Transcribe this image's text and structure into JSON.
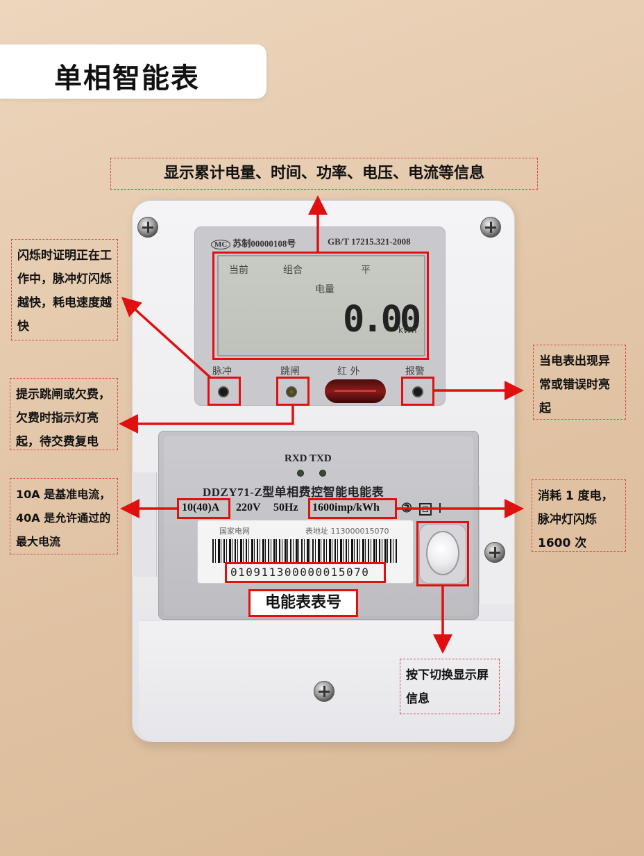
{
  "title": "单相智能表",
  "annotations": {
    "top": "显示累计电量、时间、功率、电压、电流等信息",
    "pulse": "闪烁时证明正在工作中，脉冲灯闪烁越快，耗电速度越快",
    "trip": "提示跳闸或欠费，欠费时指示灯亮起，待交费复电",
    "alarm": "当电表出现异常或错误时亮起",
    "current": "10A 是基准电流，40A 是允许通过的最大电流",
    "constant": "消耗 1 度电，脉冲灯闪烁 1600 次",
    "button": "按下切换显示屏信息",
    "meter_number": "电能表表号"
  },
  "panel": {
    "cert": "苏制00000108号",
    "cert_logo": "MC",
    "standard": "GB/T 17215.321-2008",
    "lcd": {
      "row1_a": "当前",
      "row1_b": "组合",
      "row1_c": "平",
      "row2": "电量",
      "reading": "0.00",
      "unit": "kWh"
    },
    "labels": {
      "pulse": "脉冲",
      "trip": "跳闸",
      "infrared": "红  外",
      "alarm": "报警"
    }
  },
  "nameplate": {
    "comm": "RXD TXD",
    "model": "DDZY71-Z型单相费控智能电能表",
    "current": "10(40)A",
    "voltage": "220V",
    "frequency": "50Hz",
    "constant": "1600imp/kWh",
    "class_symbol": "②",
    "barcode_head_left": "国家电网",
    "barcode_head_right": "表地址 113000015070",
    "serial": "010911300000015070"
  },
  "colors": {
    "accent": "#e01010",
    "background": "#e3c6a8"
  }
}
